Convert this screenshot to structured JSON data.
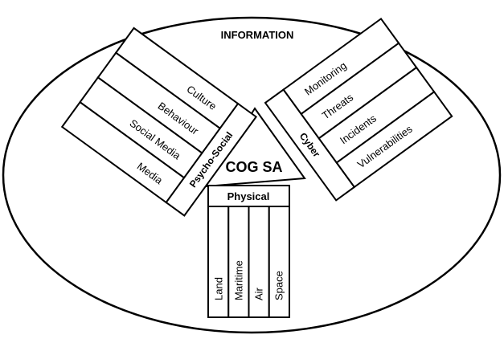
{
  "title": "INFORMATION",
  "center": "COG SA",
  "psycho_social": {
    "header": "Psycho-Social",
    "items": [
      "Culture",
      "Behaviour",
      "Social Media",
      "Media"
    ]
  },
  "cyber": {
    "header": "Cyber",
    "items": [
      "Monitoring",
      "Threats",
      "Incidents",
      "Vulnerabilities"
    ]
  },
  "physical": {
    "header": "Physical",
    "items": [
      "Land",
      "Maritime",
      "Air",
      "Space"
    ]
  }
}
